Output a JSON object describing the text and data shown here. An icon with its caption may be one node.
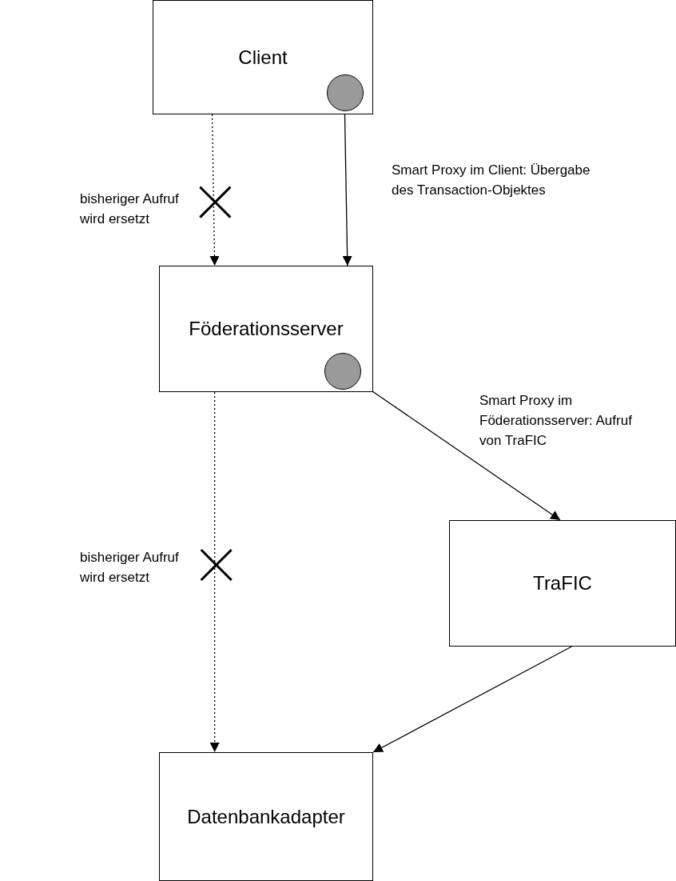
{
  "diagram": {
    "nodes": [
      {
        "text": [
          "Client"
        ]
      },
      {
        "text": [],
        "shape": "circle",
        "in": 0
      },
      {
        "text": [
          "Föderationsserver"
        ]
      },
      {
        "text": [],
        "shape": "circle",
        "in": 2
      },
      {
        "text": [
          "TraFIC"
        ]
      },
      {
        "text": [
          "Datenbankadapter"
        ]
      }
    ],
    "edges": [
      {
        "from": 0,
        "to": 2,
        "arrow": "to",
        "style": "dashed",
        "label": "bisheriger Aufruf wird ersetzt"
      },
      {
        "from": 1,
        "to": 2,
        "arrow": "to",
        "label": "Smart Proxy im Client: Übergabe des Transaction-Objektes"
      },
      {
        "from": 3,
        "to": 4,
        "arrow": "to",
        "label": "Smart Proxy im Föderationsserver: Aufruf von TraFIC"
      },
      {
        "from": 2,
        "to": 5,
        "arrow": "to",
        "style": "dashed",
        "label": "bisheriger Aufruf wird ersetzt"
      },
      {
        "from": 4,
        "to": 5,
        "arrow": "to"
      }
    ]
  }
}
